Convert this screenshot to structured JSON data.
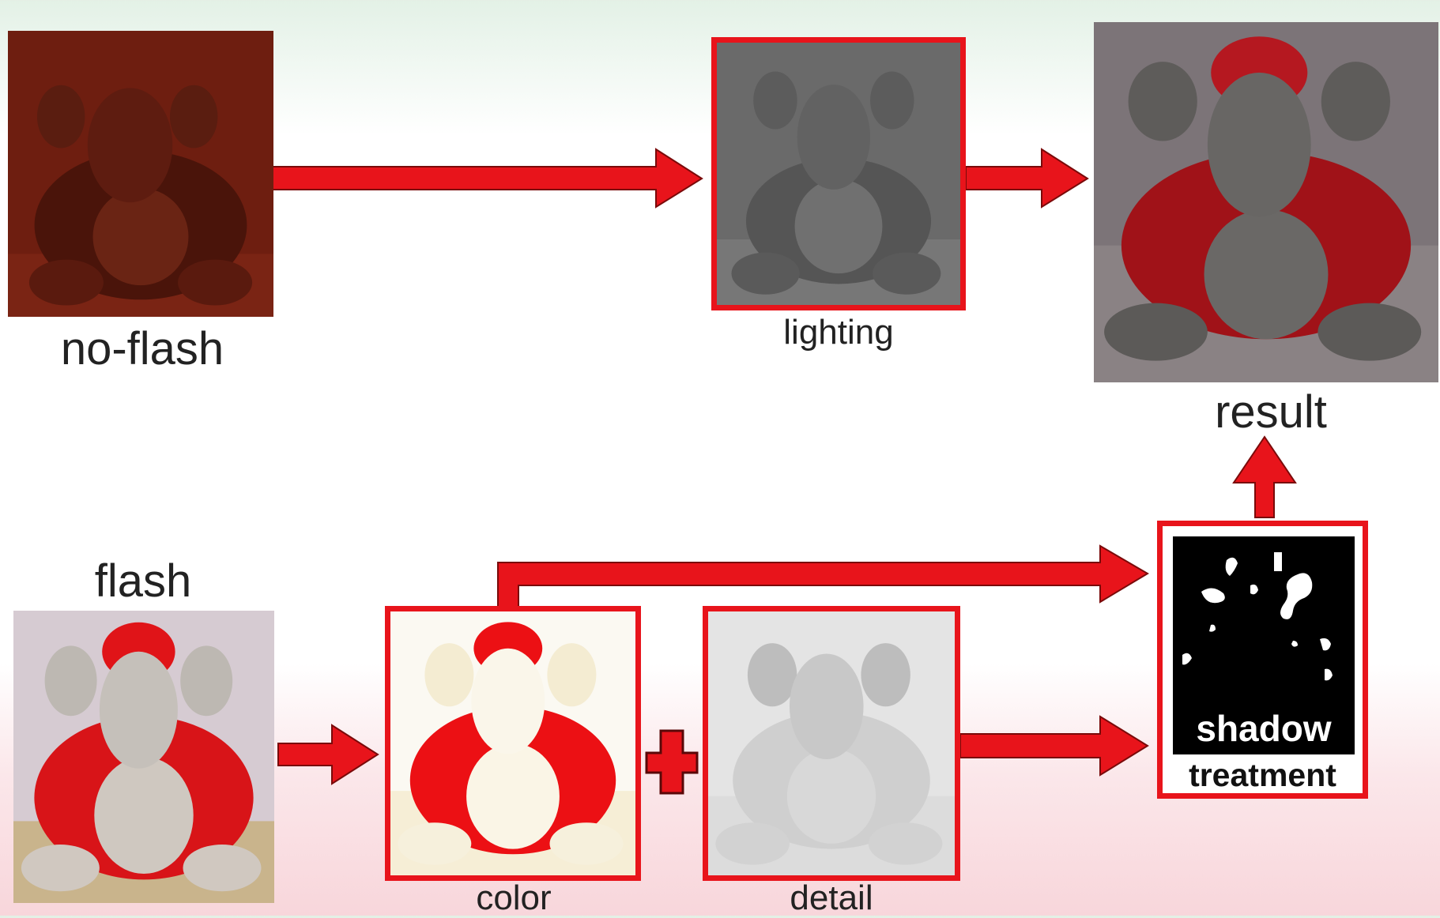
{
  "labels": {
    "no_flash": "no-flash",
    "lighting": "lighting",
    "result": "result",
    "flash": "flash",
    "color": "color",
    "detail": "detail",
    "shadow": "shadow",
    "treatment": "treatment"
  },
  "colors": {
    "arrow": "#e8141b",
    "frame": "#e8141b"
  }
}
